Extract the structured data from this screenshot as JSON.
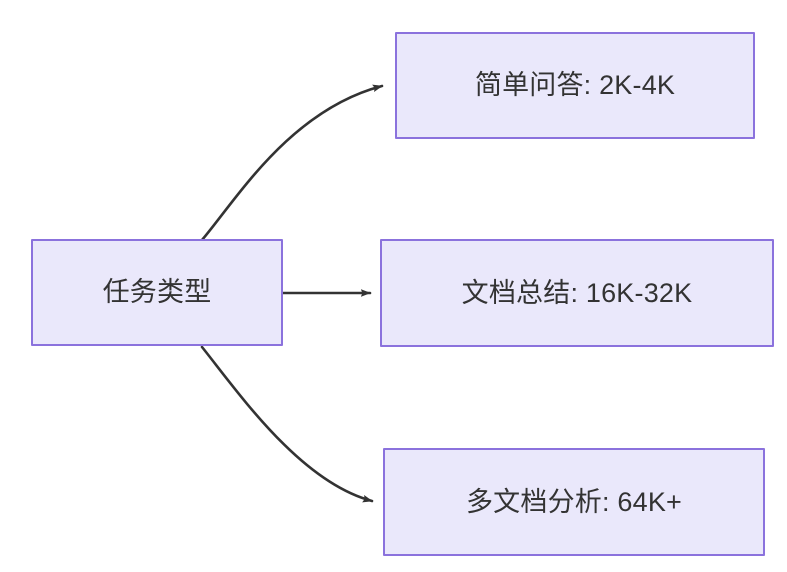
{
  "diagram": {
    "type": "flowchart",
    "direction": "left-to-right",
    "background_color": "#ffffff",
    "node_fill_color": "#eae8fb",
    "node_border_color": "#8b72dd",
    "node_text_color": "#333333",
    "edge_color": "#333333",
    "nodes": [
      {
        "id": "source",
        "label": "任务类型"
      },
      {
        "id": "simple_qa",
        "label": "简单问答: 2K-4K"
      },
      {
        "id": "doc_summary",
        "label": "文档总结: 16K-32K"
      },
      {
        "id": "multi_doc",
        "label": "多文档分析: 64K+"
      }
    ],
    "edges": [
      {
        "from": "source",
        "to": "simple_qa",
        "label": "",
        "style": "curved-up-arrow"
      },
      {
        "from": "source",
        "to": "doc_summary",
        "label": "",
        "style": "straight-arrow"
      },
      {
        "from": "source",
        "to": "multi_doc",
        "label": "",
        "style": "curved-down-arrow"
      }
    ]
  }
}
